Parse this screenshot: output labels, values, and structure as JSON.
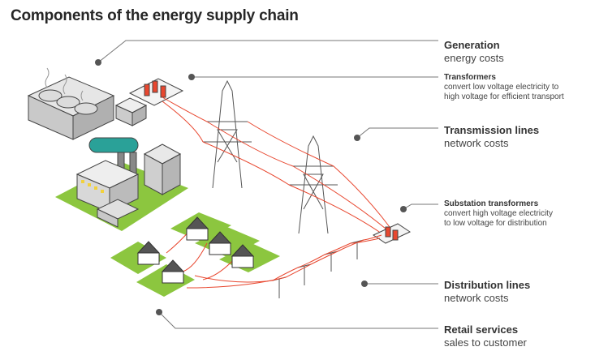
{
  "title": "Components of the energy supply chain",
  "labels": [
    {
      "id": "generation",
      "heading": "Generation",
      "sub": [
        "energy costs"
      ]
    },
    {
      "id": "transformers",
      "heading": "Transformers",
      "sub": [
        "convert low voltage electricity to",
        "high voltage for efficient transport"
      ]
    },
    {
      "id": "transmission",
      "heading": "Transmission lines",
      "sub": [
        "network costs"
      ]
    },
    {
      "id": "substation",
      "heading": "Substation transformers",
      "sub": [
        "convert high voltage electricity",
        "to low voltage for distribution"
      ]
    },
    {
      "id": "distribution",
      "heading": "Distribution lines",
      "sub": [
        "network costs"
      ]
    },
    {
      "id": "retail",
      "heading": "Retail services",
      "sub": [
        "sales to customer"
      ]
    }
  ],
  "colors": {
    "grass": "#8cc63f",
    "wire": "#e8472f",
    "tower": "#555555",
    "leader": "#666666",
    "dot": "#555555"
  }
}
